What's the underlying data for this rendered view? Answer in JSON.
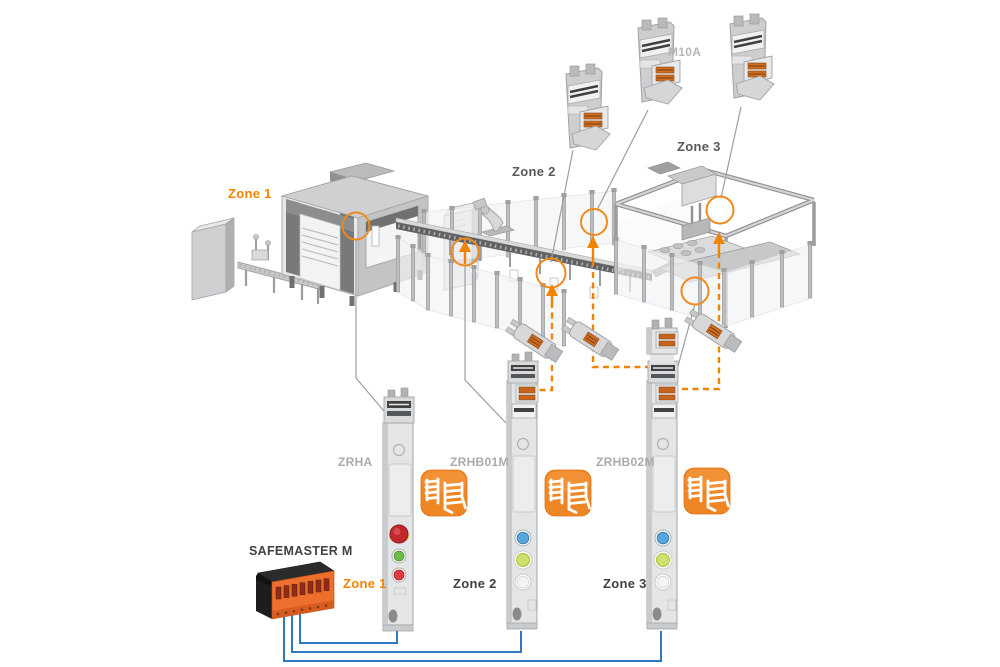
{
  "labels": {
    "plant_zone1": "Zone 1",
    "plant_zone2": "Zone 2",
    "plant_zone3": "Zone 3",
    "module_top": "M10A",
    "column1": "ZRHA",
    "column2": "ZRHB01M",
    "column3": "ZRHB02M",
    "controller": "SAFEMASTER M",
    "column1_zone": "Zone 1",
    "column2_zone": "Zone 2",
    "column3_zone": "Zone 3"
  },
  "colors": {
    "accent_orange": "#f08300",
    "wire_blue": "#2f78bd",
    "label_gray": "#a8aaac",
    "label_dark": "#414042"
  },
  "icons": {
    "fence_icon": "safety-fence-icon",
    "estop_icon": "emergency-stop-button",
    "handle_icon": "door-handle-actuator"
  }
}
